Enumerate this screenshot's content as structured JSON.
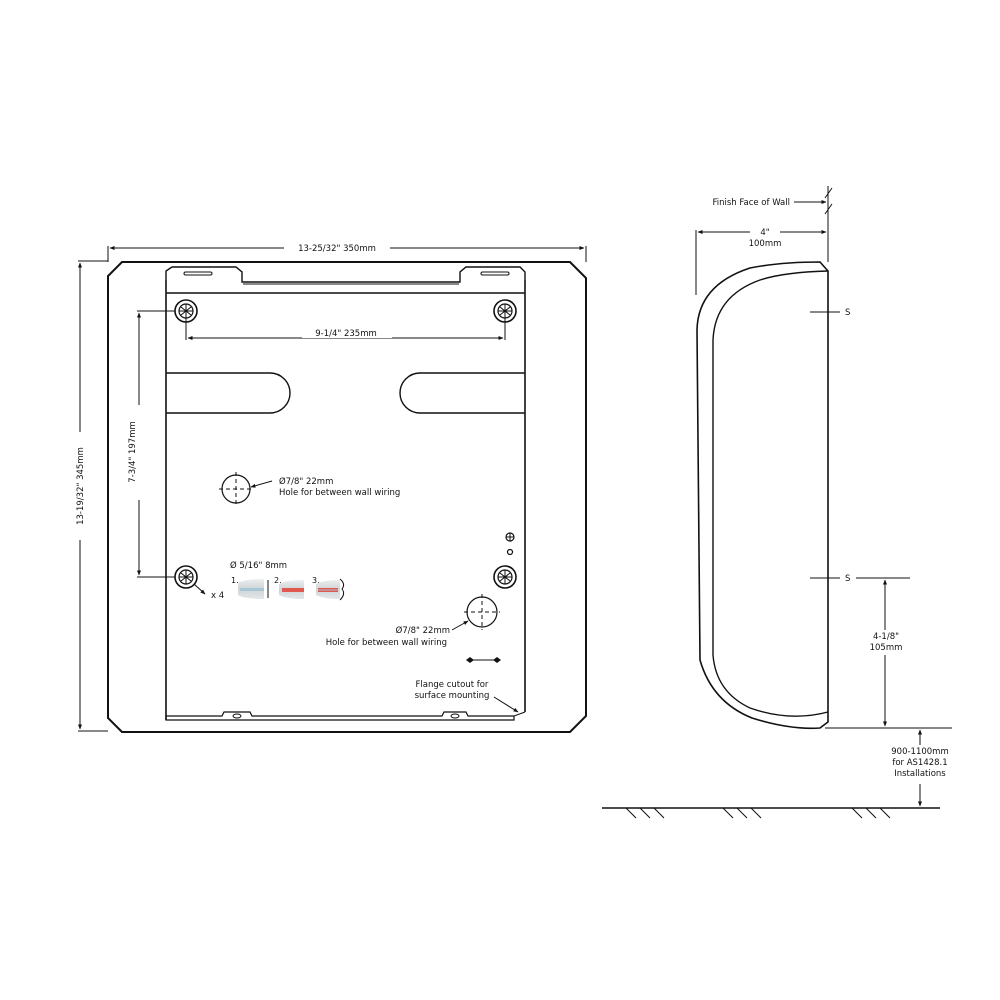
{
  "front_view": {
    "overall_width": "13-25/32\"  350mm",
    "overall_height": "13-19/32\"  345mm",
    "screw_spacing_horizontal": "9-1/4\"  235mm",
    "screw_spacing_vertical": "7-3/4\"  197mm",
    "wiring_hole_1": {
      "dimension": "Ø7/8\" 22mm",
      "description": "Hole for between wall wiring"
    },
    "wiring_hole_2": {
      "dimension": "Ø7/8\" 22mm",
      "description": "Hole for between wall wiring"
    },
    "anchor": {
      "dimension": "Ø 5/16\" 8mm",
      "quantity": "x 4",
      "steps": [
        "1.",
        "2.",
        "3."
      ]
    },
    "flange_note_line1": "Flange cutout for",
    "flange_note_line2": "surface mounting"
  },
  "side_view": {
    "wall_label": "Finish Face of Wall",
    "depth_in": "4\"",
    "depth_mm": "100mm",
    "screw_marker_top": "S",
    "screw_marker_bottom": "S",
    "bottom_offset_in": "4-1/8\"",
    "bottom_offset_mm": "105mm",
    "mount_height_line1": "900-1100mm",
    "mount_height_line2": "for AS1428.1",
    "mount_height_line3": "Installations"
  },
  "colors": {
    "line": "#111111",
    "anchor_red": "#e0574f",
    "anchor_grey": "#d4d8db",
    "anchor_blue": "#a9c6d6"
  }
}
